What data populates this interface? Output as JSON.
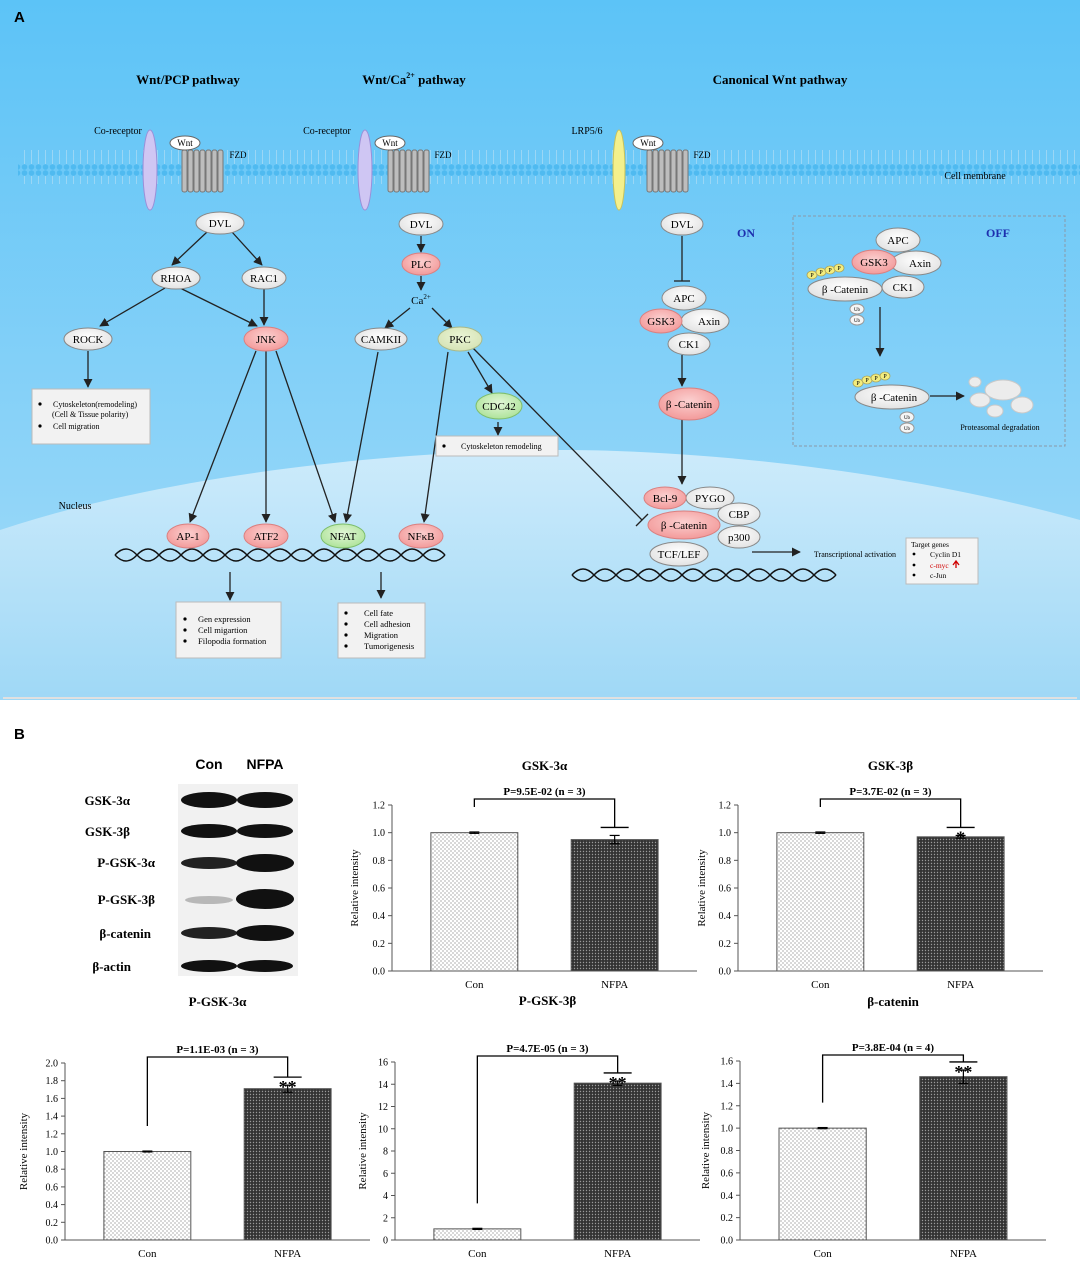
{
  "panelA": {
    "label": "A",
    "pathways": {
      "pcp": "Wnt/PCP pathway",
      "ca_prefix": "Wnt/Ca",
      "ca_sup": "2+",
      "ca_suffix": " pathway",
      "canonical": "Canonical Wnt pathway"
    },
    "membrane": {
      "coreceptor": "Co-receptor",
      "lrp": "LRP5/6",
      "wnt": "Wnt",
      "fzd": "FZD",
      "cell_membrane": "Cell membrane"
    },
    "nucleus_label": "Nucleus",
    "nodes": {
      "dvl": "DVL",
      "rhoa": "RHOA",
      "rac1": "RAC1",
      "rock": "ROCK",
      "jnk": "JNK",
      "plc": "PLC",
      "ca_base": "Ca",
      "ca_sup": "2+",
      "camkii": "CAMKII",
      "pkc": "PKC",
      "cdc42": "CDC42",
      "apc": "APC",
      "gsk3": "GSK3",
      "axin": "Axin",
      "ck1": "CK1",
      "bcat": "β -Catenin",
      "bcl9": "Bcl-9",
      "pygo": "PYGO",
      "cbp": "CBP",
      "p300": "p300",
      "tcf": "TCF/LEF",
      "ap1": "AP-1",
      "atf2": "ATF2",
      "nfat": "NFAT",
      "nfkb": "NFκB",
      "p": "P",
      "ub": "Ub"
    },
    "on_label": "ON",
    "off_label": "OFF",
    "proteasomal": "Proteasomal degradation",
    "transcriptional": "Transcriptional activation",
    "boxes": {
      "rock_box": [
        "Cytoskeleton(remodeling)",
        "(Cell & Tissue polarity)",
        "Cell migration"
      ],
      "cdc42_box": [
        "Cytoskeleton remodeling"
      ],
      "gen_box": [
        "Gen expression",
        "Cell migartion",
        "Filopodia formation"
      ],
      "fate_box": [
        "Cell fate",
        "Cell adhesion",
        "Migration",
        "Tumorigenesis"
      ],
      "target_title": "Target genes",
      "target_genes": [
        "Cyclin D1",
        "c-myc",
        "c-Jun"
      ]
    },
    "colors": {
      "sky_top": "#5ec4f8",
      "sky_bottom": "#bfe7fb",
      "membrane": "#48b8ef",
      "pink": "#f6a9a9",
      "green": "#c6efb2",
      "lightgray": "#f0f0f0"
    }
  },
  "panelB": {
    "label": "B",
    "blot": {
      "columns": [
        "Con",
        "NFPA"
      ],
      "rows": [
        "GSK-3α",
        "GSK-3β",
        "P-GSK-3α",
        "P-GSK-3β",
        "β-catenin",
        "β-actin"
      ]
    },
    "ylabel": "Relative intensity",
    "chart_data": [
      {
        "type": "bar",
        "title": "GSK-3α",
        "categories": [
          "Con",
          "NFPA"
        ],
        "values": [
          1.0,
          0.95
        ],
        "errors": [
          0.005,
          0.03
        ],
        "ylim": [
          0,
          1.2
        ],
        "yticks": [
          "0.0",
          "0.2",
          "0.4",
          "0.6",
          "0.8",
          "1.0",
          "1.2"
        ],
        "pvalue": "P=9.5E-02 (n = 3)",
        "sig": ""
      },
      {
        "type": "bar",
        "title": "GSK-3β",
        "categories": [
          "Con",
          "NFPA"
        ],
        "values": [
          1.0,
          0.97
        ],
        "errors": [
          0.005,
          0.01
        ],
        "ylim": [
          0,
          1.2
        ],
        "yticks": [
          "0.0",
          "0.2",
          "0.4",
          "0.6",
          "0.8",
          "1.0",
          "1.2"
        ],
        "pvalue": "P=3.7E-02 (n = 3)",
        "sig": "*"
      },
      {
        "type": "bar",
        "title": "P-GSK-3α",
        "categories": [
          "Con",
          "NFPA"
        ],
        "values": [
          1.0,
          1.71
        ],
        "errors": [
          0.005,
          0.04
        ],
        "ylim": [
          0,
          2.0
        ],
        "yticks": [
          "0.0",
          "0.2",
          "0.4",
          "0.6",
          "0.8",
          "1.0",
          "1.2",
          "1.4",
          "1.6",
          "1.8",
          "2.0"
        ],
        "pvalue": "P=1.1E-03 (n = 3)",
        "sig": "**"
      },
      {
        "type": "bar",
        "title": "P-GSK-3β",
        "categories": [
          "Con",
          "NFPA"
        ],
        "values": [
          1.0,
          14.1
        ],
        "errors": [
          0.05,
          0.2
        ],
        "ylim": [
          0,
          16
        ],
        "yticks": [
          "0",
          "2",
          "4",
          "6",
          "8",
          "10",
          "12",
          "14",
          "16"
        ],
        "pvalue": "P=4.7E-05 (n = 3)",
        "sig": "**"
      },
      {
        "type": "bar",
        "title": "β-catenin",
        "categories": [
          "Con",
          "NFPA"
        ],
        "values": [
          1.0,
          1.46
        ],
        "errors": [
          0.005,
          0.06
        ],
        "ylim": [
          0,
          1.6
        ],
        "yticks": [
          "0.0",
          "0.2",
          "0.4",
          "0.6",
          "0.8",
          "1.0",
          "1.2",
          "1.4",
          "1.6"
        ],
        "pvalue": "P=3.8E-04 (n = 4)",
        "sig": "**"
      }
    ]
  }
}
